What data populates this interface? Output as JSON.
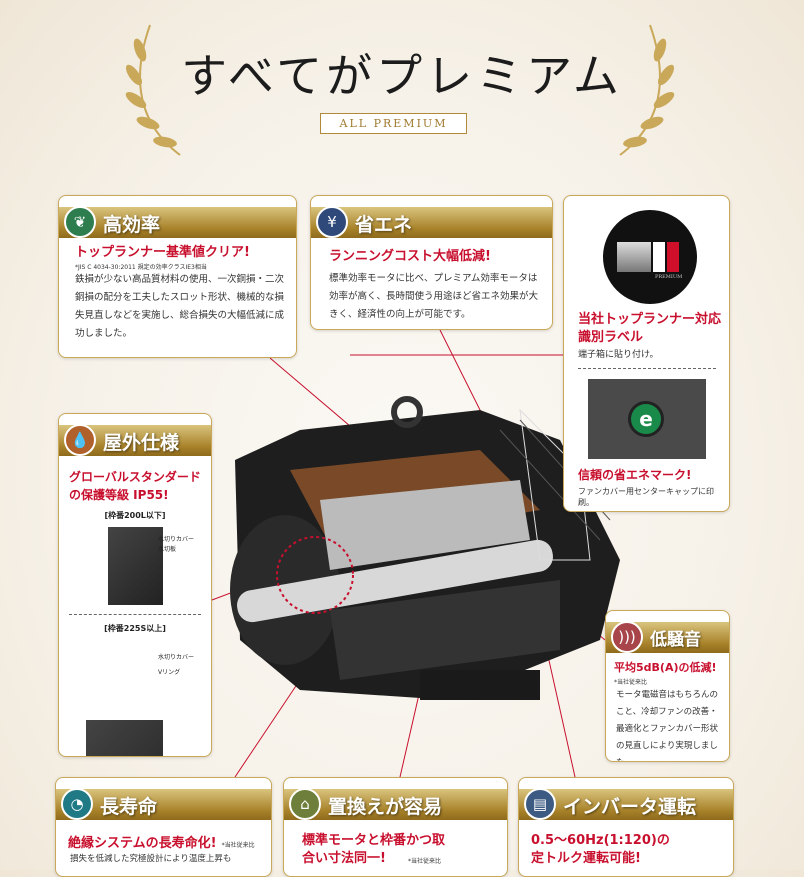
{
  "header": {
    "title": "すべてがプレミアム",
    "subtitle": "ALL PREMIUM"
  },
  "cards": {
    "efficiency": {
      "title": "高効率",
      "icon": "leaf-icon",
      "headline": "トップランナー基準値クリア!",
      "note": "*JIS C 4034-30:2011 規定の効率クラスIE3相当",
      "body": "鉄損が少ない高品質材料の使用、一次銅損・二次銅損の配分を工夫したスロット形状、機械的な損失見直しなどを実施し、総合損失の大幅低減に成功しました。"
    },
    "energy": {
      "title": "省エネ",
      "icon": "yen-purse-icon",
      "headline": "ランニングコスト大幅低減!",
      "body": "標準効率モータに比べ、プレミアム効率モータは効率が高く、長時間使う用途ほど省エネ効果が大きく、経済性の向上が可能です。"
    },
    "label": {
      "logo_text": "PREMIUM",
      "headline": "当社トップランナー対応識別ラベル",
      "body": "端子箱に貼り付け。",
      "mark_headline": "信頼の省エネマーク!",
      "mark_body": "ファンカバー用センターキャップに印刷。"
    },
    "outdoor": {
      "title": "屋外仕様",
      "icon": "water-drops-icon",
      "headline": "グローバルスタンダードの保護等級 IP55!",
      "fig1_caption": "[枠番200L以下]",
      "fig1_labels": [
        "水切りカバー",
        "水切板"
      ],
      "fig2_caption": "[枠番225S以上]",
      "fig2_labels": [
        "水切りカバー",
        "Vリング"
      ]
    },
    "noise": {
      "title": "低騒音",
      "icon": "sound-icon",
      "headline": "平均5dB(A)の低減!",
      "note": "*当社従来比",
      "body": "モータ電磁音はもちろんのこと、冷却ファンの改善・最適化とファンカバー形状の見直しにより実現しました。"
    },
    "longlife": {
      "title": "長寿命",
      "icon": "clock-icon",
      "headline": "絶縁システムの長寿命化!",
      "note": "*当社従来比",
      "body": "損失を低減した究極設計により温度上昇も"
    },
    "replace": {
      "title": "置換えが容易",
      "icon": "motor-frame-icon",
      "headline": "標準モータと枠番かつ取合い寸法同一!",
      "note": "*当社従来比"
    },
    "inverter": {
      "title": "インバータ運転",
      "icon": "inverter-icon",
      "headline": "0.5〜60Hz(1:120)の定トルク運転可能!"
    }
  },
  "colors": {
    "gold": "#a8822a",
    "red": "#c8102e",
    "green_icon": "#2e7d4f",
    "navy_icon": "#2f4a7a",
    "brown_icon": "#b0602a",
    "rose_icon": "#a8454a",
    "teal_icon": "#1f7a86",
    "olive_icon": "#6d7f3a",
    "blue_icon": "#3c5a82"
  }
}
